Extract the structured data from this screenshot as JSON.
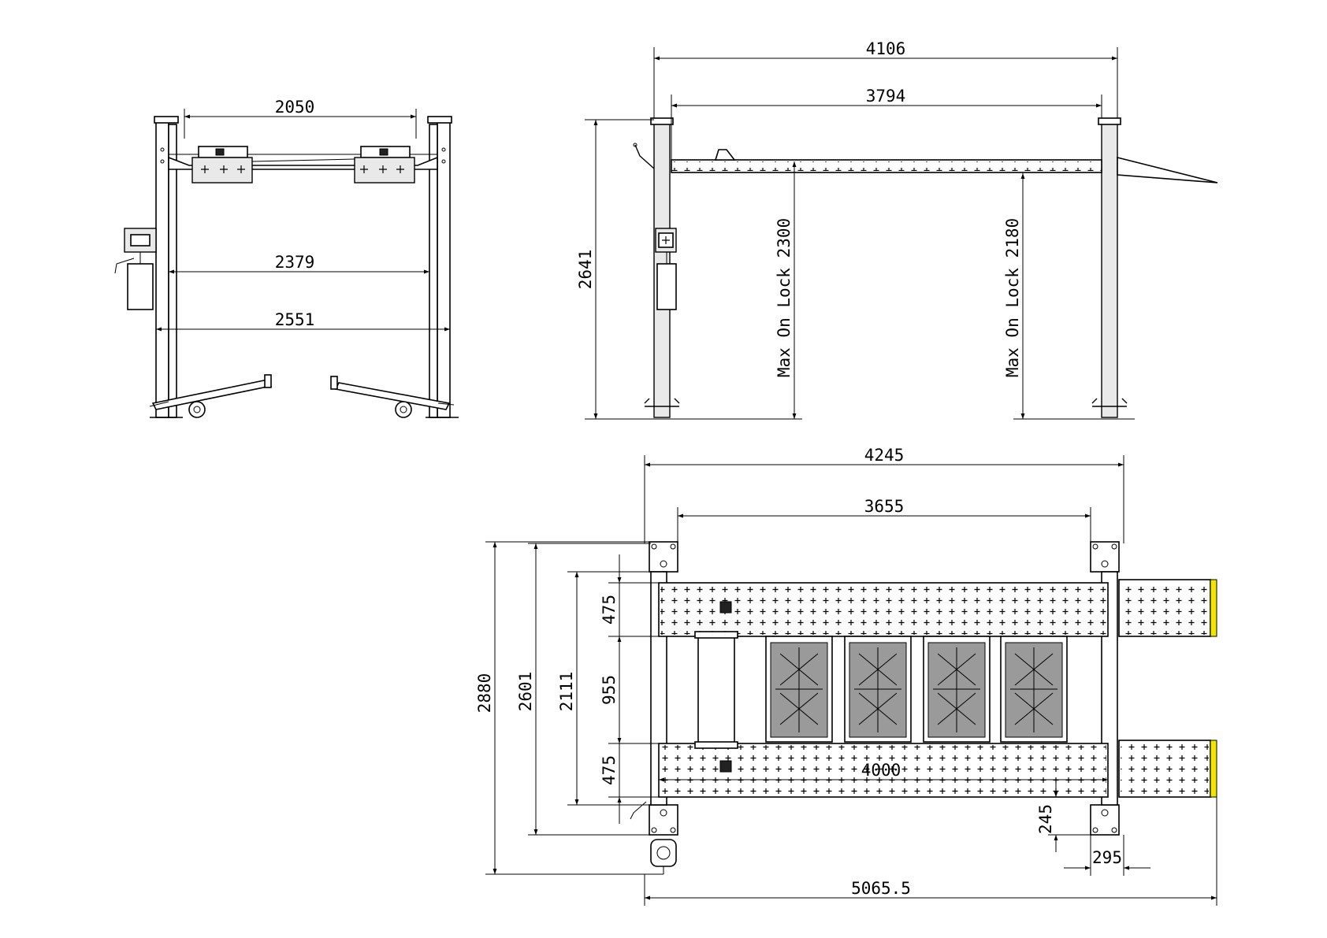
{
  "colors": {
    "line": "#000000",
    "background": "#ffffff",
    "ramp_end_marker": "#f2e600",
    "panel_fill": "#e9e9e9",
    "turnplate_fill": "#9a9a9a"
  },
  "front_view": {
    "dim_runway_centers": "2050",
    "dim_inner_width": "2379",
    "dim_outer_width": "2551"
  },
  "side_view": {
    "dim_overall_length": "4106",
    "dim_post_spacing": "3794",
    "dim_overall_height": "2641",
    "label_max_lock_front": "Max On Lock 2300",
    "label_max_lock_rear": "Max On Lock 2180"
  },
  "top_view": {
    "dim_overall_width_top": "4245",
    "dim_post_spacing_top": "3655",
    "dim_total_depth": "2880",
    "dim_post_depth": "2601",
    "dim_runway_outer": "2111",
    "dim_runway_width_upper": "475",
    "dim_runway_gap": "955",
    "dim_runway_width_lower": "475",
    "dim_runway_length": "4000",
    "dim_post_offset_vertical": "245",
    "dim_post_offset_horizontal": "295",
    "dim_overall_length_with_ramps": "5065.5"
  }
}
